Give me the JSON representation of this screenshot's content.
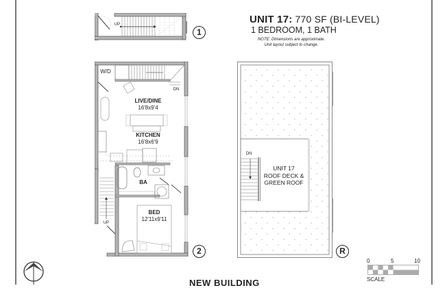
{
  "title": {
    "unit": "UNIT 17:",
    "size": "770 SF (BI-LEVEL)",
    "rooms": "1 BEDROOM, 1 BATH",
    "note_line1": "NOTE: Dimensions are approximate.",
    "note_line2": "Unit layout subject to change."
  },
  "levels": [
    {
      "marker": "1",
      "labels": {
        "up": "UP"
      }
    },
    {
      "marker": "2",
      "labels": {
        "wd": "W/D",
        "dn": "DN",
        "up": "UP",
        "live_dine": "LIVE/DINE",
        "live_dine_dim": "16'8x9'4",
        "kitchen": "KITCHEN",
        "kitchen_dim": "16'8x6'9",
        "bath": "BA",
        "bed": "BED",
        "bed_dim": "12'11x9'11"
      }
    },
    {
      "marker": "R",
      "labels": {
        "dn": "DN",
        "roof_line1": "UNIT 17",
        "roof_line2": "ROOF DECK &",
        "roof_line3": "GREEN ROOF"
      }
    }
  ],
  "scale": {
    "ticks": [
      "0",
      "5",
      "10"
    ],
    "label": "SCALE"
  },
  "footer": {
    "building": "NEW BUILDING"
  },
  "colors": {
    "wall": "#b3b3b3",
    "wall_edge": "#555555",
    "line": "#777777"
  }
}
